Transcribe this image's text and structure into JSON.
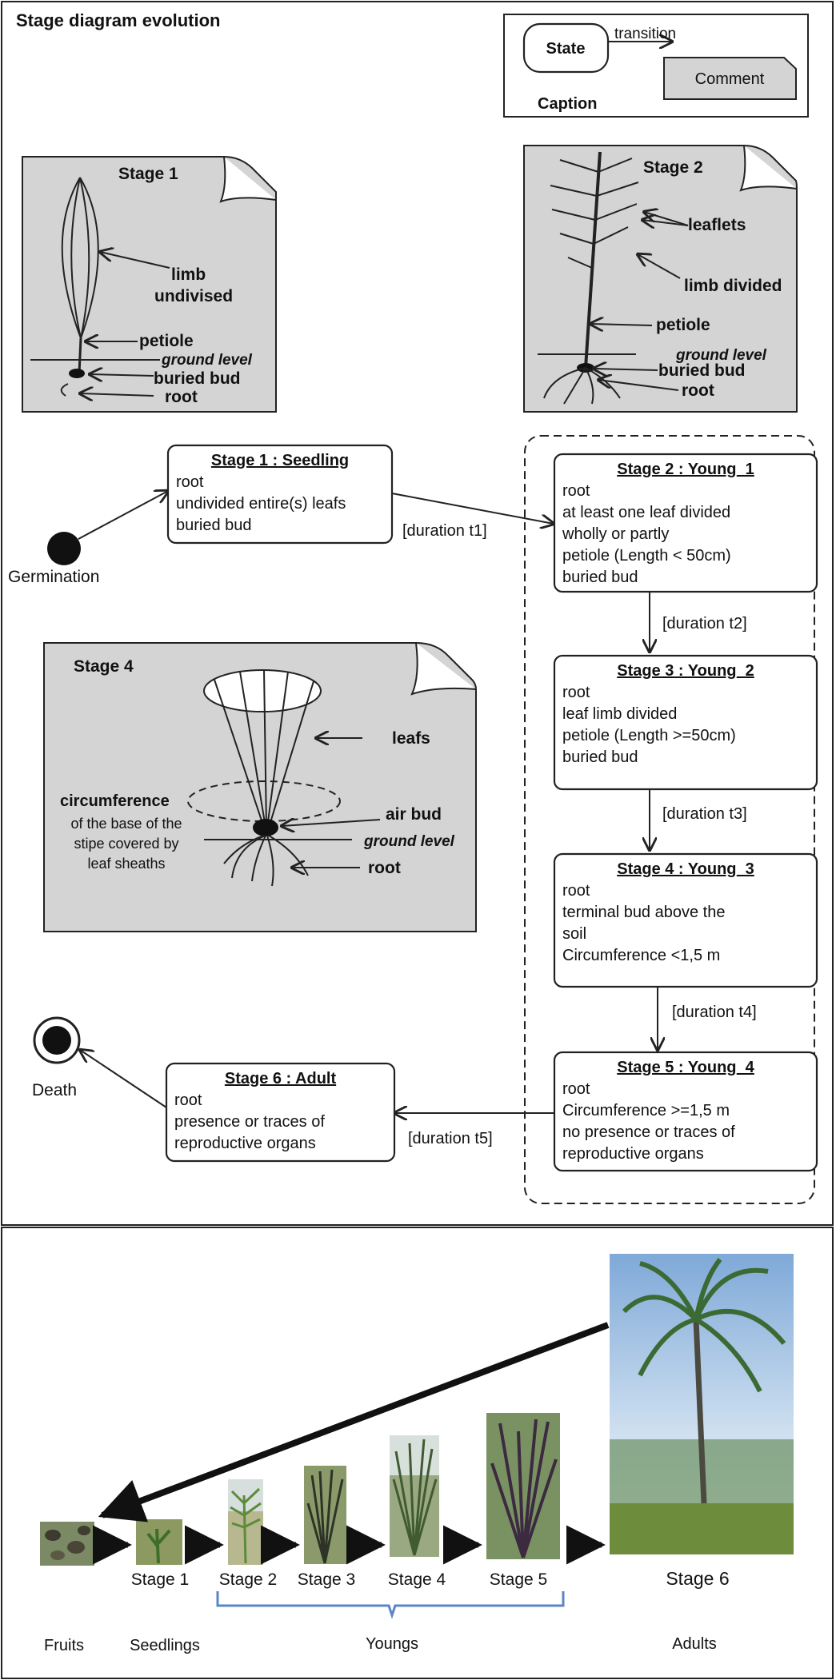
{
  "top_panel": {
    "title": "Stage diagram evolution",
    "legend": {
      "state": "State",
      "transition": "transition",
      "comment": "Comment",
      "caption": "Caption"
    },
    "illustrations": {
      "stage1": {
        "title": "Stage 1",
        "limb": "limb",
        "undivised": "undivised",
        "petiole": "petiole",
        "ground_level": "ground level",
        "buried_bud": "buried bud",
        "root": "root"
      },
      "stage2": {
        "title": "Stage 2",
        "leaflets": "leaflets",
        "limb_divided": "limb divided",
        "petiole": "petiole",
        "ground_level": "ground level",
        "buried_bud": "buried bud",
        "root": "root"
      },
      "stage4": {
        "title": "Stage 4",
        "leafs": "leafs",
        "circumference": "circumference",
        "circ_line1": "of the base of the",
        "circ_line2": "stipe covered  by",
        "circ_line3": "leaf sheaths",
        "air_bud": "air bud",
        "ground_level": "ground level",
        "root": "root"
      }
    },
    "states": {
      "seedling": {
        "title": "Stage 1 : Seedling",
        "lines": [
          "root",
          "undivided entire(s) leafs",
          "buried bud"
        ]
      },
      "young1": {
        "title": "Stage 2 : Young_1",
        "lines": [
          "root",
          "at least one leaf divided",
          "wholly or partly",
          "petiole (Length < 50cm)",
          "buried bud"
        ]
      },
      "young2": {
        "title": "Stage 3 : Young_2",
        "lines": [
          "root",
          "leaf limb divided",
          "petiole (Length >=50cm)",
          "buried bud"
        ]
      },
      "young3": {
        "title": "Stage 4 : Young_3",
        "lines": [
          "root",
          "terminal bud above the",
          "soil",
          "Circumference <1,5 m"
        ]
      },
      "young4": {
        "title": "Stage 5 : Young_4",
        "lines": [
          "root",
          "Circumference >=1,5 m",
          "no presence or traces of",
          "reproductive organs"
        ]
      },
      "adult": {
        "title": "Stage 6 : Adult",
        "lines": [
          "root",
          "presence or traces of",
          "reproductive organs"
        ]
      }
    },
    "transitions": {
      "t1": "[duration  t1]",
      "t2": "[duration  t2]",
      "t3": "[duration  t3]",
      "t4": "[duration  t4]",
      "t5": "[duration  t5]"
    },
    "germination": "Germination",
    "death": "Death"
  },
  "bottom_panel": {
    "stage_labels": [
      "Stage 1",
      "Stage 2",
      "Stage 3",
      "Stage 4",
      "Stage 5",
      "Stage 6"
    ],
    "group_labels": {
      "fruits": "Fruits",
      "seedlings": "Seedlings",
      "youngs": "Youngs",
      "adults": "Adults"
    },
    "colors": {
      "brace": "#5b86c4",
      "grass": "#6d8c3c",
      "sky": "#a9c8e8"
    }
  }
}
